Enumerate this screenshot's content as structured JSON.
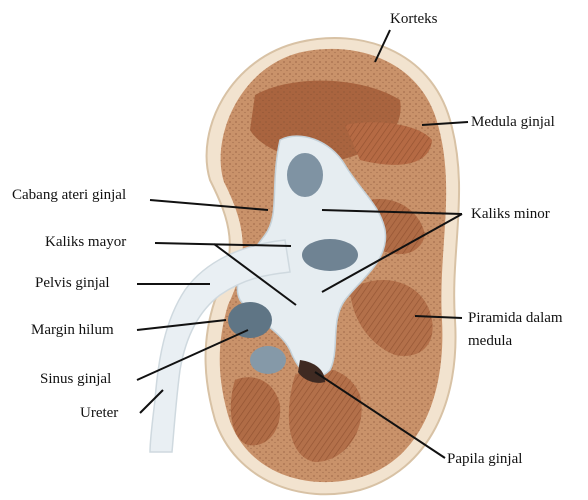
{
  "diagram": {
    "labels": {
      "korteks": "Korteks",
      "medula_ginjal": "Medula ginjal",
      "cabang_ateri_ginjal": "Cabang ateri ginjal",
      "kaliks_minor": "Kaliks minor",
      "kaliks_mayor": "Kaliks mayor",
      "pelvis_ginjal": "Pelvis ginjal",
      "piramida_line1": "Piramida dalam",
      "piramida_line2": "medula",
      "margin_hilum": "Margin hilum",
      "sinus_ginjal": "Sinus ginjal",
      "ureter": "Ureter",
      "papila_ginjal": "Papila ginjal"
    },
    "colors": {
      "capsule": "#f2e3cf",
      "cortex": "#c9926a",
      "medulla": "#a9643f",
      "pelvis": "#e6edf1",
      "sinus": "#7f93a3",
      "leader": "#111111"
    }
  }
}
